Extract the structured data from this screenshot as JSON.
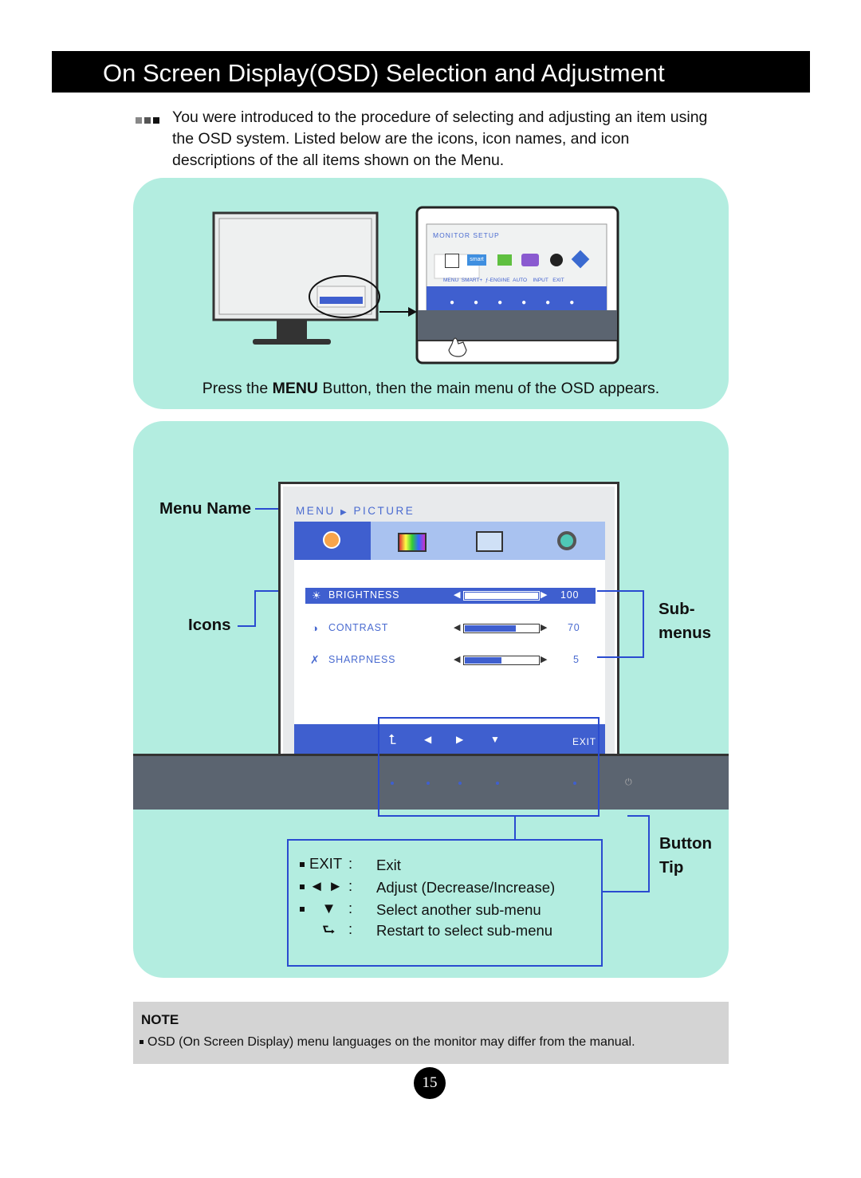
{
  "page": {
    "title": "On Screen Display(OSD) Selection and Adjustment",
    "intro": "You were introduced to the procedure of selecting and adjusting an item using the OSD system. Listed below are the icons, icon names, and icon descriptions of the all items shown on the Menu.",
    "page_number": "15"
  },
  "panel1": {
    "monitor_setup_label": "MONITOR SETUP",
    "icon_labels": [
      "MENU",
      "SMART+",
      "ƒ-ENGINE",
      "AUTO",
      "INPUT",
      "EXIT"
    ],
    "smart_badge": "smart",
    "caption_pre": "Press the ",
    "caption_bold": "MENU",
    "caption_post": " Button, then the main menu of the OSD appears."
  },
  "panel2": {
    "menu_name_label": "Menu Name",
    "icons_label": "Icons",
    "submenus_label_1": "Sub-",
    "submenus_label_2": "menus",
    "button_tip_label_1": "Button",
    "button_tip_label_2": "Tip",
    "breadcrumb_menu": "MENU",
    "breadcrumb_current": "PICTURE",
    "items": [
      {
        "name": "BRIGHTNESS",
        "value": "100",
        "level": 1.0
      },
      {
        "name": "CONTRAST",
        "value": "70",
        "level": 0.7
      },
      {
        "name": "SHARPNESS",
        "value": "5",
        "level": 0.5
      }
    ],
    "exit_label": "EXIT",
    "tips": [
      {
        "key": "EXIT",
        "sep": ":",
        "desc": "Exit"
      },
      {
        "key": "◄ ►",
        "sep": ":",
        "desc": "Adjust (Decrease/Increase)"
      },
      {
        "key": "▼",
        "sep": ":",
        "desc": "Select another sub-menu"
      },
      {
        "key": "⮑",
        "sep": ":",
        "desc": "Restart to select sub-menu"
      }
    ]
  },
  "note": {
    "heading": "NOTE",
    "text": "OSD (On Screen Display) menu languages on the monitor may differ from the manual."
  },
  "colors": {
    "panel_bg": "#b3ede0",
    "osd_blue": "#3f5fcf",
    "callout_blue": "#2a4bd0",
    "bezel": "#5b6470"
  }
}
